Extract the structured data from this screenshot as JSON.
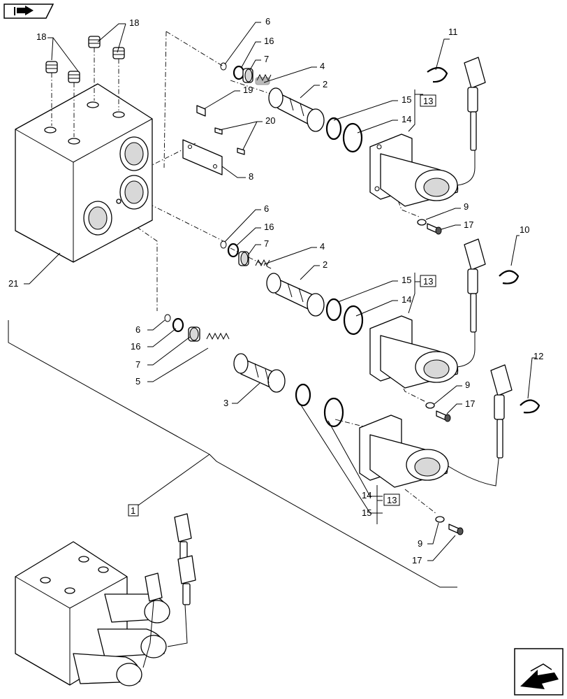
{
  "callouts": {
    "c1": "1",
    "c2a": "2",
    "c2b": "2",
    "c3": "3",
    "c4a": "4",
    "c4b": "4",
    "c5": "5",
    "c6a": "6",
    "c6b": "6",
    "c6c": "6",
    "c7a": "7",
    "c7b": "7",
    "c7c": "7",
    "c8": "8",
    "c9a": "9",
    "c9b": "9",
    "c9c": "9",
    "c10": "10",
    "c11": "11",
    "c12": "12",
    "c13a": "13",
    "c13b": "13",
    "c13c": "13",
    "c14a": "14",
    "c14b": "14",
    "c14c": "14",
    "c15a": "15",
    "c15b": "15",
    "c15c": "15",
    "c16a": "16",
    "c16b": "16",
    "c16c": "16",
    "c17a": "17",
    "c17b": "17",
    "c17c": "17",
    "c18a": "18",
    "c18b": "18",
    "c19": "19",
    "c20": "20",
    "c21": "21"
  },
  "icons": {
    "top_left": "book-arrow-icon",
    "bottom_right": "next-page-arrow-icon"
  }
}
